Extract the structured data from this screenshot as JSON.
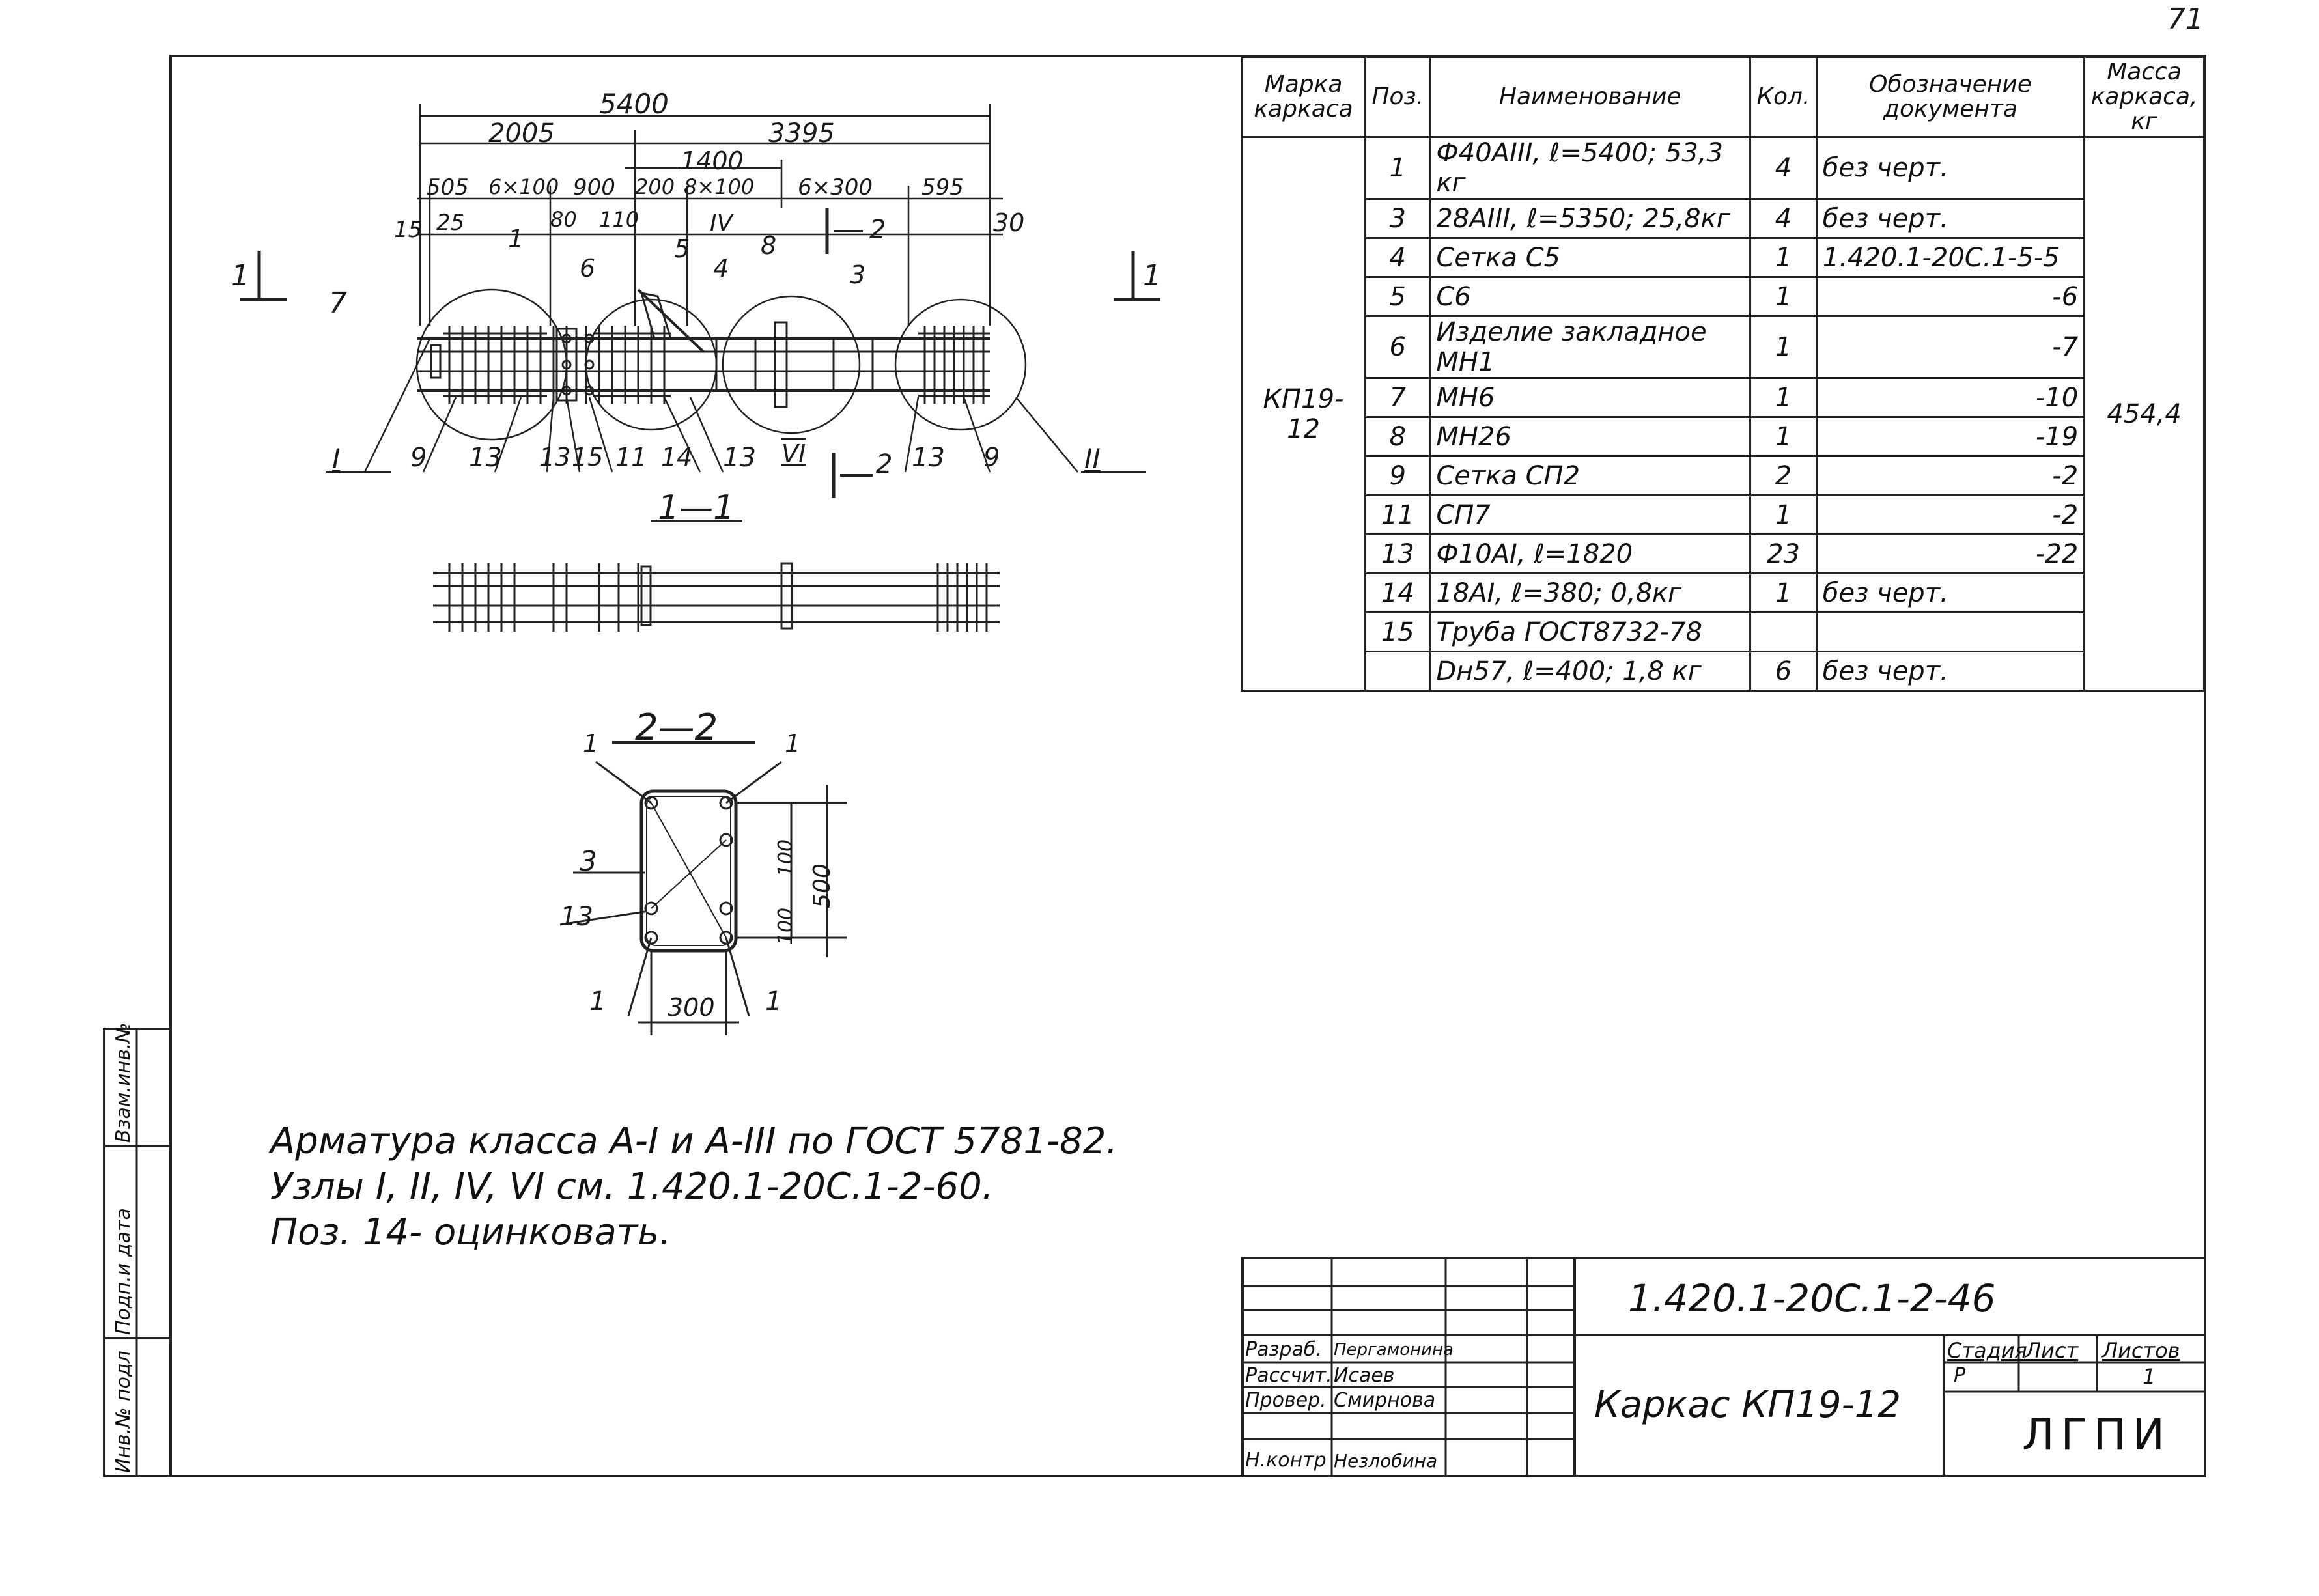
{
  "sheet": {
    "page_number": "71",
    "code": "1.420.1-20С.1-2-46",
    "title": "Каркас КП19-12",
    "org": "ЛГПИ",
    "stage_labels": {
      "stage": "Стадия",
      "sheet": "Лист",
      "sheets": "Листов"
    },
    "stage_values": {
      "stage": "Р",
      "sheet": "",
      "sheets": "1"
    },
    "signatures": [
      {
        "role": "Разраб.",
        "name": "Пергамонина"
      },
      {
        "role": "Рассчит.",
        "name": "Исаев"
      },
      {
        "role": "Провер.",
        "name": "Смирнова"
      },
      {
        "role": "Н.контр",
        "name": "Незлобина"
      }
    ],
    "side_stamps": [
      "Инв.№ подл",
      "Подп.и дата",
      "Взам.инв.№"
    ]
  },
  "spec": {
    "headers": [
      "Марка каркаса",
      "Поз.",
      "Наименование",
      "Кол.",
      "Обозначение документа",
      "Масса каркаса, кг"
    ],
    "mark": "КП19-12",
    "mass": "454,4",
    "rows": [
      {
        "pos": "1",
        "name": "Ф40АIII, ℓ=5400; 53,3 кг",
        "qty": "4",
        "doc": "без черт."
      },
      {
        "pos": "3",
        "name": "28АIII, ℓ=5350; 25,8кг",
        "qty": "4",
        "doc": "без черт."
      },
      {
        "pos": "4",
        "name": "Сетка С5",
        "qty": "1",
        "doc": "1.420.1-20С.1-5-5"
      },
      {
        "pos": "5",
        "name": "С6",
        "qty": "1",
        "doc": "-6"
      },
      {
        "pos": "6",
        "name": "Изделие закладное МН1",
        "qty": "1",
        "doc": "-7"
      },
      {
        "pos": "7",
        "name": "МН6",
        "qty": "1",
        "doc": "-10"
      },
      {
        "pos": "8",
        "name": "МН26",
        "qty": "1",
        "doc": "-19"
      },
      {
        "pos": "9",
        "name": "Сетка СП2",
        "qty": "2",
        "doc": "-2"
      },
      {
        "pos": "11",
        "name": "СП7",
        "qty": "1",
        "doc": "-2"
      },
      {
        "pos": "13",
        "name": "Ф10АI, ℓ=1820",
        "qty": "23",
        "doc": "-22"
      },
      {
        "pos": "14",
        "name": "18АI, ℓ=380; 0,8кг",
        "qty": "1",
        "doc": "без черт."
      },
      {
        "pos": "15",
        "name": "Труба ГОСТ8732-78",
        "qty": "",
        "doc": ""
      },
      {
        "pos": "",
        "name": "Dн57, ℓ=400; 1,8 кг",
        "qty": "6",
        "doc": "без черт."
      }
    ]
  },
  "drawing": {
    "dims_top": [
      "5400",
      "2005",
      "3395",
      "1400",
      "505",
      "6×100",
      "900",
      "200",
      "8×100",
      "6×300",
      "595",
      "15",
      "25",
      "80",
      "110",
      "30"
    ],
    "callouts": [
      "1",
      "5",
      "IV",
      "8",
      "2",
      "6",
      "4",
      "3",
      "7"
    ],
    "bottom_labels": [
      "I",
      "9",
      "13",
      "13",
      "15",
      "11",
      "14",
      "13",
      "VI",
      "2",
      "13",
      "9",
      "II"
    ],
    "section_marks": [
      "1",
      "1"
    ],
    "section_11": "1—1",
    "section_22": "2—2",
    "sec22_labels": [
      "1",
      "1",
      "3",
      "13",
      "1",
      "1"
    ],
    "sec22_dims": [
      "100",
      "500",
      "100",
      "300"
    ]
  },
  "notes": [
    "Арматура класса А-I и А-III по ГОСТ 5781-82.",
    "Узлы I, II, IV, VI см. 1.420.1-20С.1-2-60.",
    "Поз. 14- оцинковать."
  ]
}
